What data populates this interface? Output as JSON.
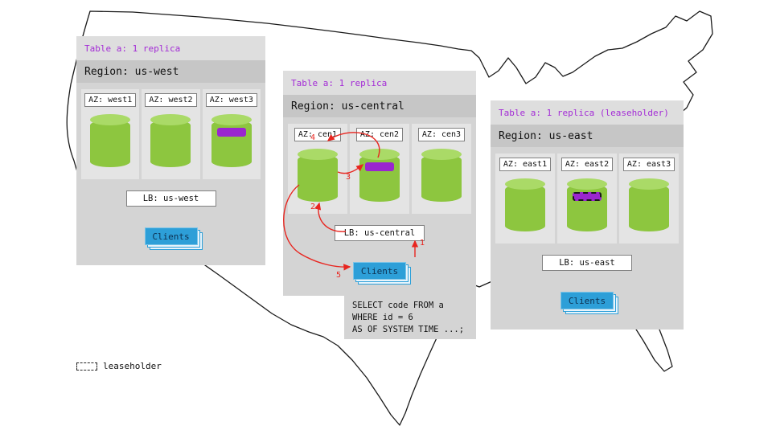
{
  "colors": {
    "accent_purple": "#a32bd6",
    "replica_band": "#9a26cf",
    "cylinder_green": "#8dc63f",
    "cylinder_top_green": "#aada67",
    "clients_blue": "#2d9fd8",
    "arrow_red": "#e8251f",
    "card_gray": "#d4d4d4"
  },
  "regions": [
    {
      "table_label": "Table a: 1 replica",
      "region_label": "Region: us-west",
      "azs": [
        {
          "label": "AZ: west1",
          "replica": false
        },
        {
          "label": "AZ: west2",
          "replica": false
        },
        {
          "label": "AZ: west3",
          "replica": true,
          "leaseholder": false
        }
      ],
      "lb_label": "LB: us-west",
      "clients_label": "Clients"
    },
    {
      "table_label": "Table a: 1 replica",
      "region_label": "Region: us-central",
      "azs": [
        {
          "label": "AZ: cen1",
          "replica": false
        },
        {
          "label": "AZ: cen2",
          "replica": true,
          "leaseholder": false
        },
        {
          "label": "AZ: cen3",
          "replica": false
        }
      ],
      "lb_label": "LB: us-central",
      "clients_label": "Clients"
    },
    {
      "table_label": "Table a: 1 replica (leaseholder)",
      "region_label": "Region: us-east",
      "azs": [
        {
          "label": "AZ: east1",
          "replica": false
        },
        {
          "label": "AZ: east2",
          "replica": true,
          "leaseholder": true
        },
        {
          "label": "AZ: east3",
          "replica": false
        }
      ],
      "lb_label": "LB: us-east",
      "clients_label": "Clients"
    }
  ],
  "flow_steps": [
    "1",
    "2",
    "3",
    "4",
    "5"
  ],
  "sql_query": {
    "line1": "SELECT code FROM a",
    "line2": "WHERE id = 6",
    "line3": "AS OF SYSTEM TIME ...;"
  },
  "legend": {
    "label": "leaseholder"
  }
}
